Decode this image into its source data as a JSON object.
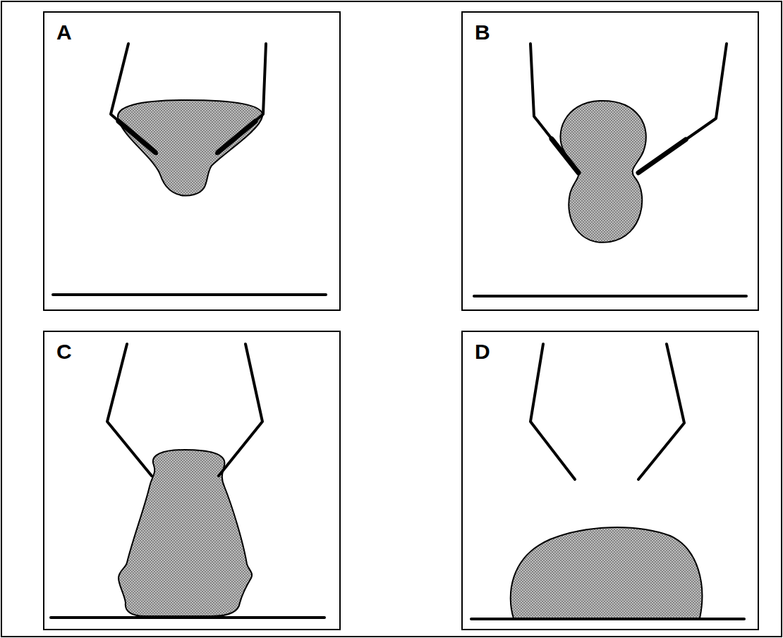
{
  "diagram": {
    "nodes": [
      {
        "text": [
          "A"
        ]
      },
      {
        "text": [
          "B"
        ]
      },
      {
        "text": [
          "C"
        ]
      },
      {
        "text": [
          "D"
        ]
      }
    ]
  }
}
